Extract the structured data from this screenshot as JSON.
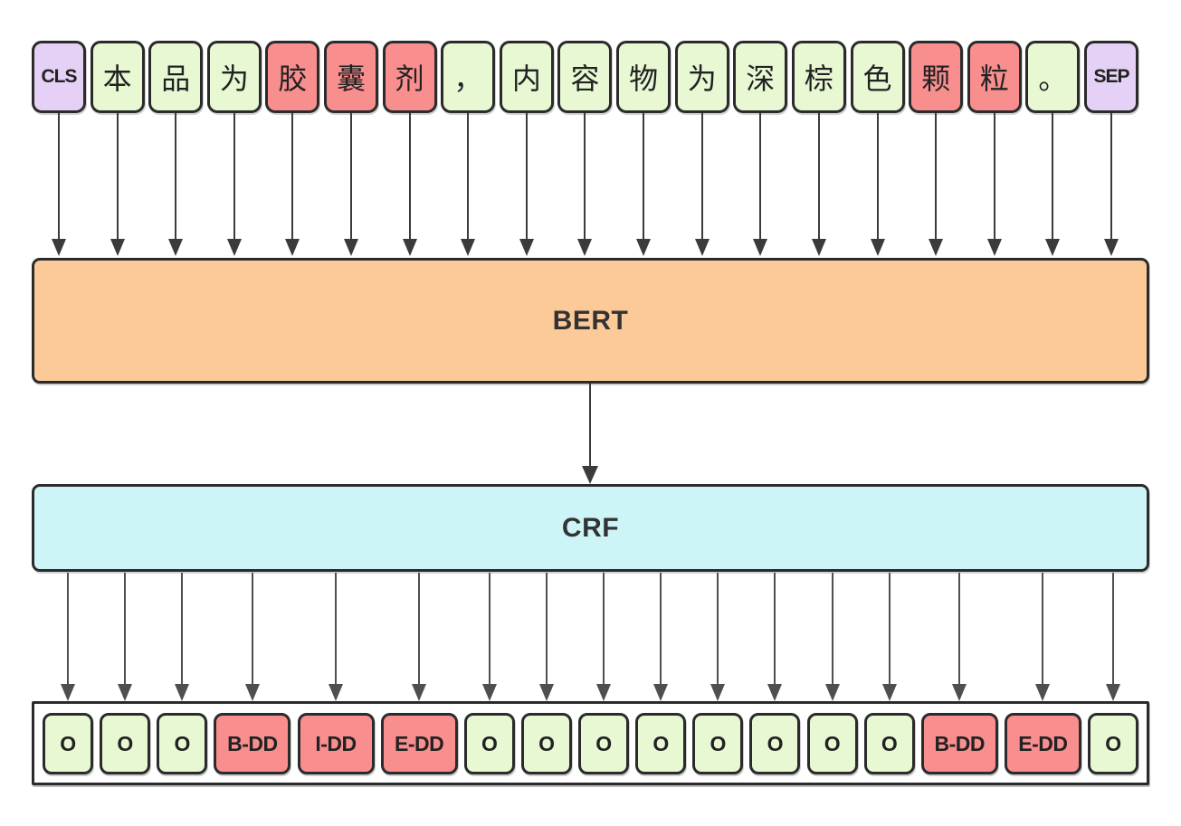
{
  "tokens": {
    "items": [
      {
        "text": "CLS",
        "type": "special"
      },
      {
        "text": "本",
        "type": "normal"
      },
      {
        "text": "品",
        "type": "normal"
      },
      {
        "text": "为",
        "type": "normal"
      },
      {
        "text": "胶",
        "type": "entity"
      },
      {
        "text": "囊",
        "type": "entity"
      },
      {
        "text": "剂",
        "type": "entity"
      },
      {
        "text": "，",
        "type": "normal"
      },
      {
        "text": "内",
        "type": "normal"
      },
      {
        "text": "容",
        "type": "normal"
      },
      {
        "text": "物",
        "type": "normal"
      },
      {
        "text": "为",
        "type": "normal"
      },
      {
        "text": "深",
        "type": "normal"
      },
      {
        "text": "棕",
        "type": "normal"
      },
      {
        "text": "色",
        "type": "normal"
      },
      {
        "text": "颗",
        "type": "entity"
      },
      {
        "text": "粒",
        "type": "entity"
      },
      {
        "text": "。",
        "type": "normal"
      },
      {
        "text": "SEP",
        "type": "special"
      }
    ]
  },
  "layers": {
    "bert_label": "BERT",
    "crf_label": "CRF"
  },
  "output": {
    "labels": [
      {
        "text": "O",
        "type": "o"
      },
      {
        "text": "O",
        "type": "o"
      },
      {
        "text": "O",
        "type": "o"
      },
      {
        "text": "B-DD",
        "type": "entity"
      },
      {
        "text": "I-DD",
        "type": "entity"
      },
      {
        "text": "E-DD",
        "type": "entity"
      },
      {
        "text": "O",
        "type": "o"
      },
      {
        "text": "O",
        "type": "o"
      },
      {
        "text": "O",
        "type": "o"
      },
      {
        "text": "O",
        "type": "o"
      },
      {
        "text": "O",
        "type": "o"
      },
      {
        "text": "O",
        "type": "o"
      },
      {
        "text": "O",
        "type": "o"
      },
      {
        "text": "O",
        "type": "o"
      },
      {
        "text": "B-DD",
        "type": "entity"
      },
      {
        "text": "E-DD",
        "type": "entity"
      },
      {
        "text": "O",
        "type": "o"
      }
    ]
  },
  "colors": {
    "special": "#e4d1f5",
    "normal": "#e7f8d3",
    "entity": "#f98e8e",
    "bert": "#fbca98",
    "crf": "#cdf5f8",
    "border": "#2b2b2b",
    "arrow": "#3b3b3b",
    "arrow2": "#4f4f4f"
  }
}
